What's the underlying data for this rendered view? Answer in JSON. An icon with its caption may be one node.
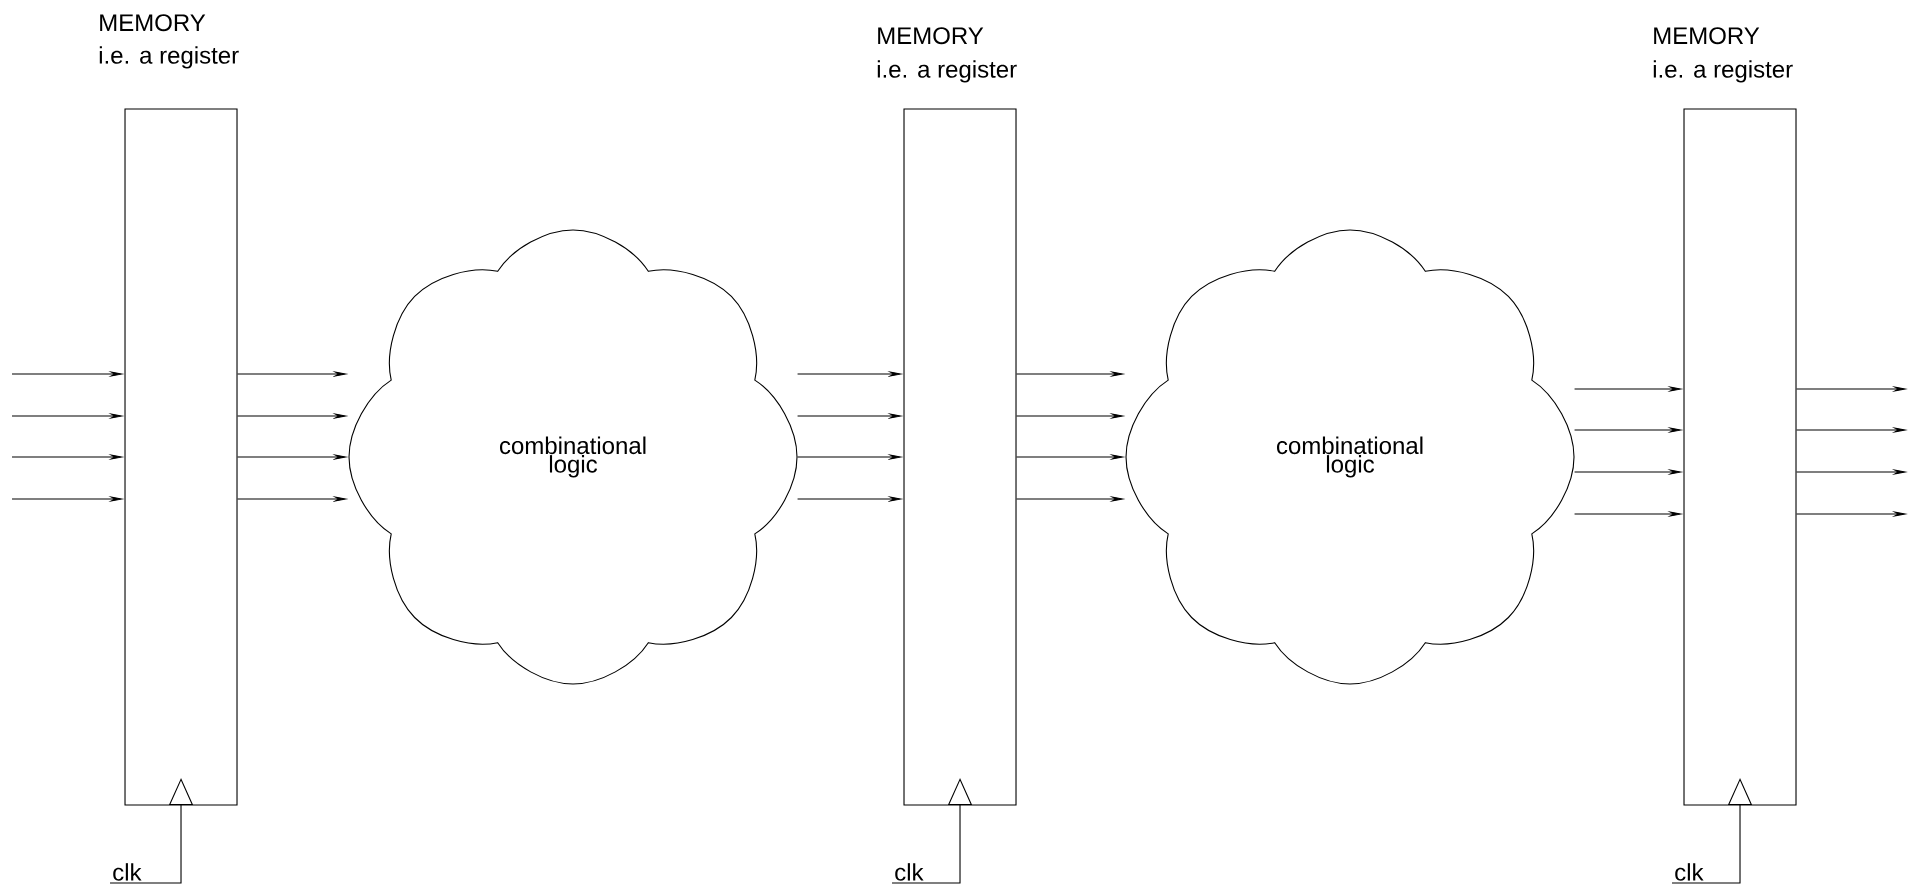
{
  "diagram": {
    "nodes": [
      {
        "text": [
          "MEMORY",
          "i.e. a register"
        ]
      },
      {
        "text": [
          "combinational logic"
        ]
      },
      {
        "text": [
          "MEMORY",
          "i.e. a register"
        ]
      },
      {
        "text": [
          "combinational logic"
        ]
      },
      {
        "text": [
          "MEMORY",
          "i.e. a register"
        ]
      },
      {
        "text": [
          "clk"
        ]
      },
      {
        "text": [
          "clk"
        ]
      },
      {
        "text": [
          "clk"
        ]
      }
    ],
    "edges": [
      {
        "from": null,
        "to": 0,
        "arrow": "to"
      },
      {
        "from": null,
        "to": 0,
        "arrow": "to"
      },
      {
        "from": null,
        "to": 0,
        "arrow": "to"
      },
      {
        "from": null,
        "to": 0,
        "arrow": "to"
      },
      {
        "from": 0,
        "to": 1,
        "arrow": "to"
      },
      {
        "from": 0,
        "to": 1,
        "arrow": "to"
      },
      {
        "from": 0,
        "to": 1,
        "arrow": "to"
      },
      {
        "from": 0,
        "to": 1,
        "arrow": "to"
      },
      {
        "from": 1,
        "to": 2,
        "arrow": "to"
      },
      {
        "from": 1,
        "to": 2,
        "arrow": "to"
      },
      {
        "from": 1,
        "to": 2,
        "arrow": "to"
      },
      {
        "from": 1,
        "to": 2,
        "arrow": "to"
      },
      {
        "from": 2,
        "to": 3,
        "arrow": "to"
      },
      {
        "from": 2,
        "to": 3,
        "arrow": "to"
      },
      {
        "from": 2,
        "to": 3,
        "arrow": "to"
      },
      {
        "from": 2,
        "to": 3,
        "arrow": "to"
      },
      {
        "from": 3,
        "to": 4,
        "arrow": "to"
      },
      {
        "from": 3,
        "to": 4,
        "arrow": "to"
      },
      {
        "from": 3,
        "to": 4,
        "arrow": "to"
      },
      {
        "from": 3,
        "to": 4,
        "arrow": "to"
      },
      {
        "from": 4,
        "to": null,
        "arrow": "to"
      },
      {
        "from": 4,
        "to": null,
        "arrow": "to"
      },
      {
        "from": 4,
        "to": null,
        "arrow": "to"
      },
      {
        "from": 4,
        "to": null,
        "arrow": "to"
      },
      {
        "from": 5,
        "to": 0,
        "arrow": "to"
      },
      {
        "from": 6,
        "to": 2,
        "arrow": "to"
      },
      {
        "from": 7,
        "to": 4,
        "arrow": "to"
      }
    ]
  }
}
